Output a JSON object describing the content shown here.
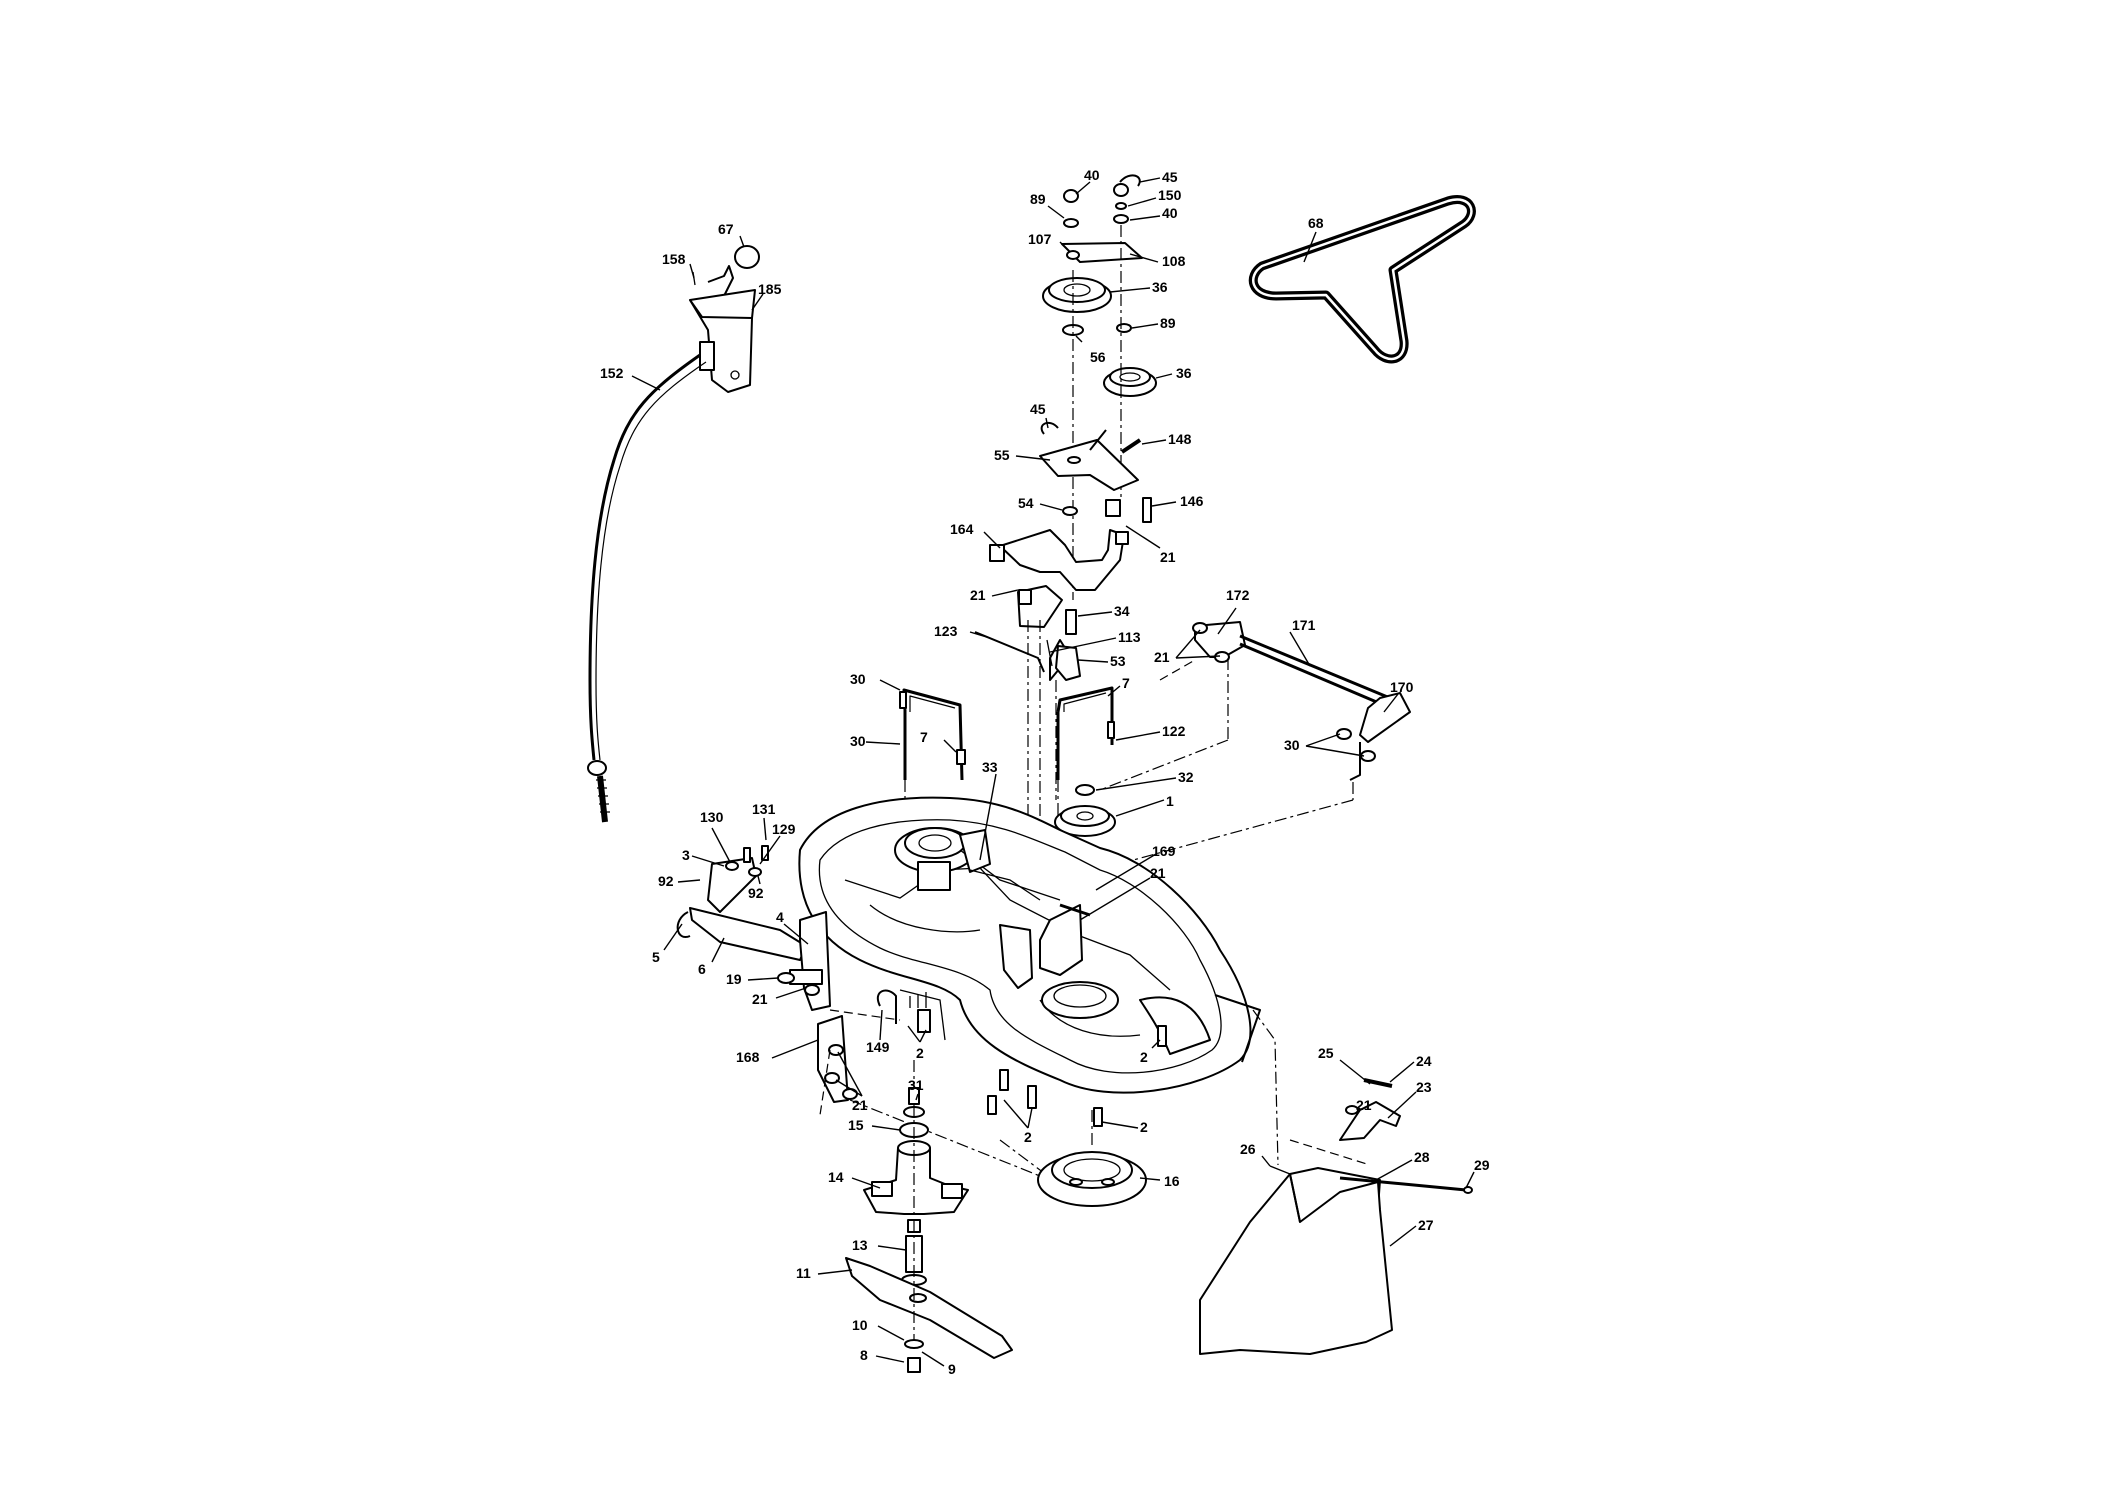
{
  "labels": [
    "67",
    "158",
    "185",
    "152",
    "40",
    "45",
    "89",
    "150",
    "40",
    "107",
    "108",
    "36",
    "89",
    "56",
    "36",
    "68",
    "45",
    "148",
    "55",
    "54",
    "146",
    "164",
    "21",
    "21",
    "34",
    "123",
    "113",
    "53",
    "172",
    "171",
    "21",
    "170",
    "30",
    "30",
    "7",
    "30",
    "7",
    "122",
    "33",
    "32",
    "1",
    "169",
    "21",
    "130",
    "131",
    "129",
    "3",
    "92",
    "92",
    "5",
    "6",
    "4",
    "19",
    "21",
    "149",
    "2",
    "168",
    "21",
    "31",
    "15",
    "14",
    "13",
    "11",
    "10",
    "8",
    "9",
    "2",
    "2",
    "2",
    "16",
    "25",
    "24",
    "21",
    "23",
    "26",
    "28",
    "29",
    "27"
  ]
}
